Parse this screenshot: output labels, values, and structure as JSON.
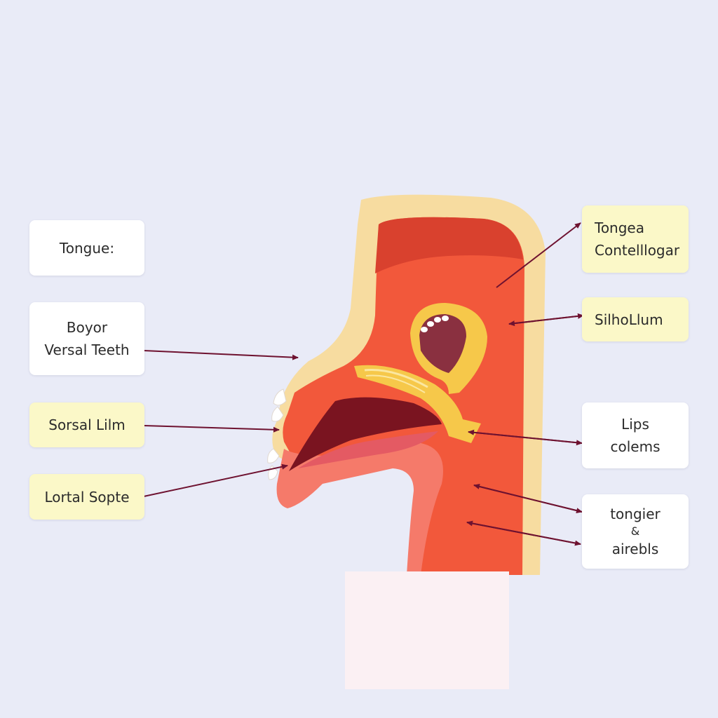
{
  "labels": {
    "tongue": {
      "line1": "Tongue:"
    },
    "boyor_versal_teeth": {
      "line1": "Boyor",
      "line2": "Versal Teeth"
    },
    "sorsal_lilm": {
      "line1": "Sorsal Lilm"
    },
    "lortal_sopte": {
      "line1": "Lortal Sopte"
    },
    "tongea_contelllogar": {
      "line1": "Tongea",
      "line2": "Contelllogar"
    },
    "silholum": {
      "line1": "SilhoLlum"
    },
    "lips_colems": {
      "line1": "Lips",
      "line2": "colems"
    },
    "tongier_airebls": {
      "line1": "tongier",
      "line2": "&",
      "line3": "airebls"
    }
  },
  "colors": {
    "background": "#e9ebf7",
    "outer_tissue": "#f7dca0",
    "muscle": "#f2583b",
    "muscle_dark": "#d9412e",
    "cavity": "#7a1420",
    "bone": "#f6c84a",
    "arrow": "#6e1230",
    "label_white": "#ffffff",
    "label_yellow": "#fbf8c8"
  }
}
